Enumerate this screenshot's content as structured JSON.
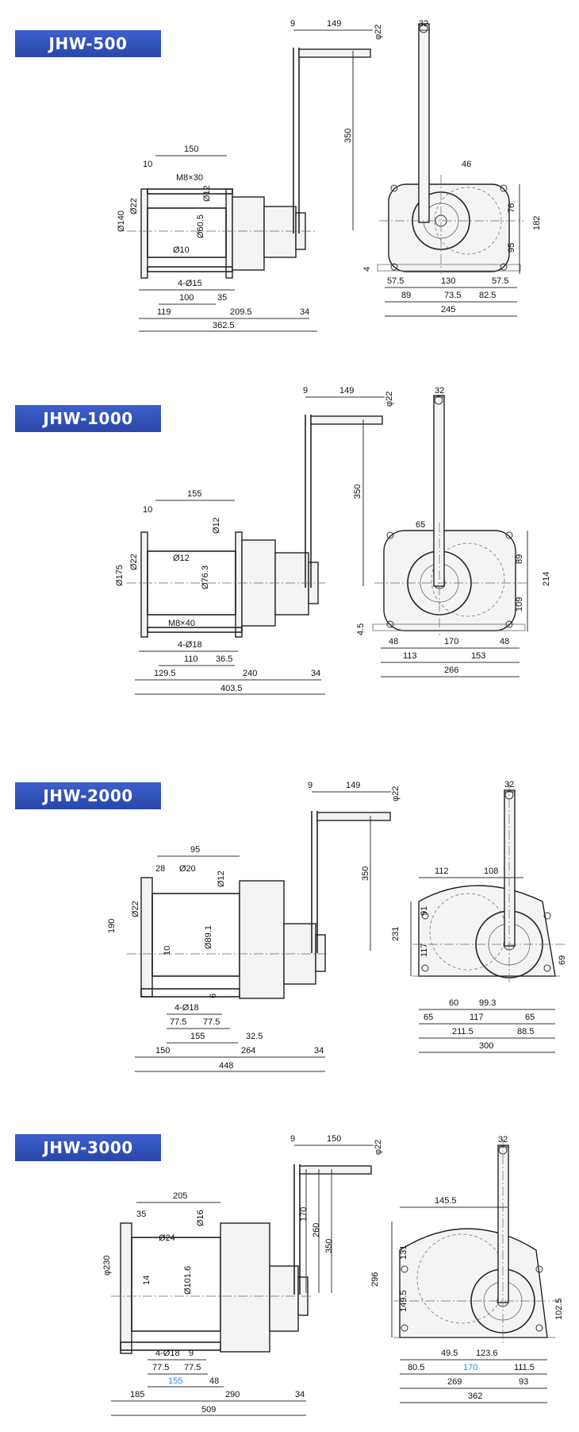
{
  "models": [
    {
      "id": "jhw500",
      "name": "JHW-500",
      "dims": [
        "9",
        "149",
        "φ22",
        "32",
        "150",
        "10",
        "M8×30",
        "Ø12",
        "Ø140",
        "Ø22",
        "Ø60.5",
        "Ø10",
        "350",
        "46",
        "76",
        "182",
        "95",
        "4",
        "4-Ø15",
        "100",
        "35",
        "119",
        "209.5",
        "34",
        "362.5",
        "57.5",
        "130",
        "57.5",
        "89",
        "73.5",
        "82.5",
        "245"
      ]
    },
    {
      "id": "jhw1000",
      "name": "JHW-1000",
      "dims": [
        "9",
        "149",
        "φ22",
        "32",
        "155",
        "10",
        "Ø12",
        "Ø12",
        "Ø175",
        "Ø22",
        "Ø76.3",
        "M8×40",
        "350",
        "65",
        "89",
        "214",
        "109",
        "4.5",
        "4-Ø18",
        "110",
        "36.5",
        "129.5",
        "240",
        "34",
        "403.5",
        "48",
        "170",
        "48",
        "113",
        "153",
        "266"
      ]
    },
    {
      "id": "jhw2000",
      "name": "JHW-2000",
      "dims": [
        "9",
        "149",
        "φ22",
        "32",
        "95",
        "28",
        "Ø20",
        "Ø12",
        "190",
        "Ø22",
        "10",
        "Ø89.1",
        "6",
        "350",
        "112",
        "108",
        "91",
        "231",
        "117",
        "69",
        "4-Ø18",
        "77.5",
        "77.5",
        "155",
        "32.5",
        "150",
        "264",
        "34",
        "448",
        "60",
        "99.3",
        "65",
        "117",
        "65",
        "211.5",
        "88.5",
        "300"
      ]
    },
    {
      "id": "jhw3000",
      "name": "JHW-3000",
      "dims": [
        "9",
        "150",
        "φ22",
        "32",
        "205",
        "35",
        "Ø16",
        "Ø24",
        "φ230",
        "14",
        "Ø101.6",
        "170",
        "260",
        "350",
        "145.5",
        "131",
        "296",
        "149.5",
        "102.5",
        "4-Ø18",
        "9",
        "77.5",
        "77.5",
        "155",
        "48",
        "185",
        "290",
        "34",
        "509",
        "49.5",
        "123.6",
        "80.5",
        "170",
        "111.5",
        "269",
        "93",
        "362"
      ]
    }
  ],
  "colors": {
    "badge": "#2f4fb8",
    "highlight": "#2b8fd6",
    "line": "#333333"
  }
}
